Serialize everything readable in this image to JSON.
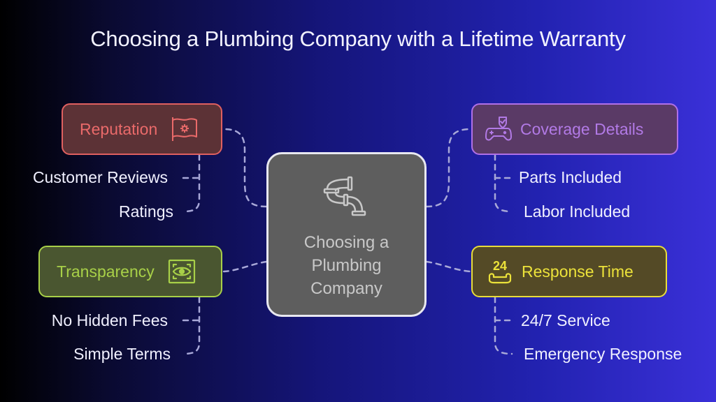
{
  "title": "Choosing a Plumbing Company with a Lifetime Warranty",
  "center": {
    "label": "Choosing a Plumbing Company",
    "icon": "pipe-icon",
    "color": "#5e5e5e"
  },
  "branches": {
    "reputation": {
      "label": "Reputation",
      "icon": "flag-icon",
      "color": "#e06060",
      "items": [
        "Customer Reviews",
        "Ratings"
      ]
    },
    "coverage": {
      "label": "Coverage Details",
      "icon": "gamepad-shield-icon",
      "color": "#b070e8",
      "items": [
        "Parts Included",
        "Labor Included"
      ]
    },
    "transparency": {
      "label": "Transparency",
      "icon": "eye-scan-icon",
      "color": "#a8d048",
      "items": [
        "No Hidden Fees",
        "Simple Terms"
      ]
    },
    "response": {
      "label": "Response Time",
      "icon": "24-hour-phone-icon",
      "icon_text": "24",
      "color": "#e8dc3a",
      "items": [
        "24/7 Service",
        "Emergency Response"
      ]
    }
  }
}
